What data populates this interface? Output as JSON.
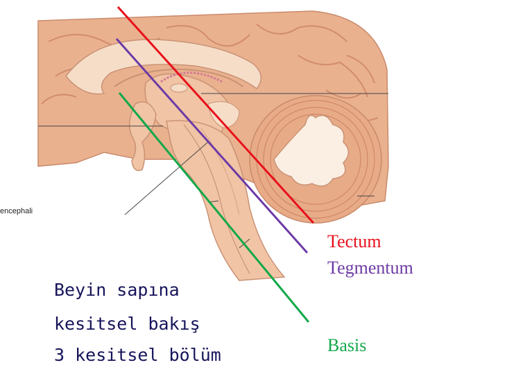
{
  "slide": {
    "side_label": "encephali",
    "caption_lines": [
      "Beyin sapına",
      "kesitsel bakış",
      "3 kesitsel bölüm"
    ]
  },
  "labels": {
    "tectum": {
      "text": "Tectum",
      "color": "#e8101a"
    },
    "tegmentum": {
      "text": "Tegmentum",
      "color": "#6d3aa6"
    },
    "basis": {
      "text": "Basis",
      "color": "#13a84a"
    }
  },
  "colors": {
    "tissue": "#f0c4a5",
    "tissue_light": "#f6ddc8",
    "tissue_dark": "#c99275",
    "cortex": "#eab18f",
    "cortex_line": "#c9805f"
  },
  "icons": [
    "brain-sagittal-illustration"
  ]
}
